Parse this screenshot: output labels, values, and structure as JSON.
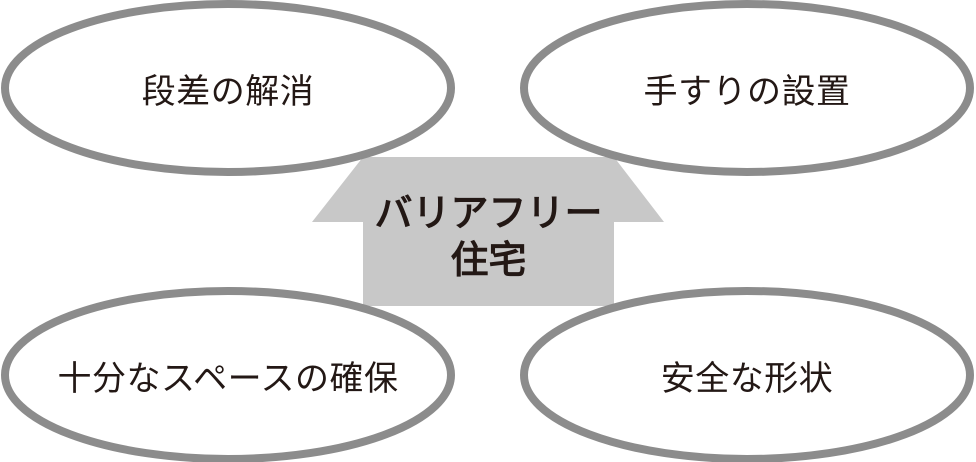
{
  "center": {
    "line1": "バリアフリー",
    "line2": "住宅"
  },
  "items": [
    {
      "label": "段差の解消"
    },
    {
      "label": "手すりの設置"
    },
    {
      "label": "十分なスペースの確保"
    },
    {
      "label": "安全な形状"
    }
  ],
  "colors": {
    "ellipse_stroke": "#8c8c8c",
    "house_fill": "#c8c8c8",
    "text": "#231815"
  }
}
